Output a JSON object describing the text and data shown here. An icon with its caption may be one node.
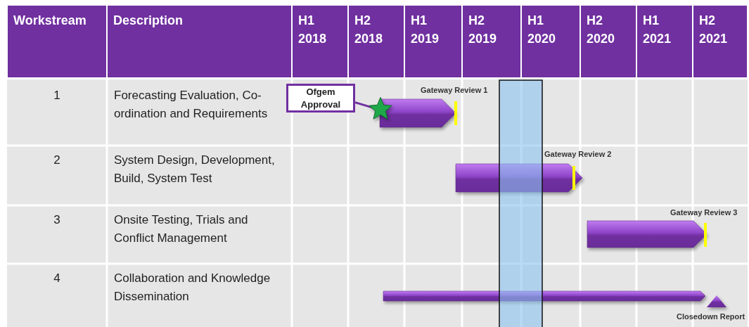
{
  "diagram": {
    "nodes": [
      {
        "text": [
          "Ofgem Approval"
        ]
      },
      {
        "text": [],
        "shape": "star"
      },
      {
        "text": [],
        "shape": "bar",
        "beside": [
          "Gateway Review 1"
        ]
      },
      {
        "text": [],
        "shape": "bar",
        "beside": [
          "Gateway Review 2"
        ]
      },
      {
        "text": [],
        "shape": "bar",
        "beside": [
          "Gateway Review 3"
        ]
      },
      {
        "text": [],
        "shape": "bar"
      },
      {
        "text": [],
        "shape": "triangle",
        "beside": [
          "Closedown Report"
        ]
      }
    ],
    "edges": [
      {
        "from": 0,
        "to": 1,
        "arrow": "none"
      }
    ],
    "labels": [
      "Workstream",
      "Description",
      "H1 2018",
      "H2 2018",
      "H1 2019",
      "H2 2019",
      "H1 2020",
      "H2 2020",
      "H1 2021",
      "H2 2021",
      "1",
      "Forecasting Evaluation, Co-ordination and Requirements",
      "2",
      "System Design, Development, Build, System Test",
      "3",
      "Onsite Testing, Trials and Conflict Management",
      "4",
      "Collaboration and Knowledge Dissemination"
    ]
  }
}
